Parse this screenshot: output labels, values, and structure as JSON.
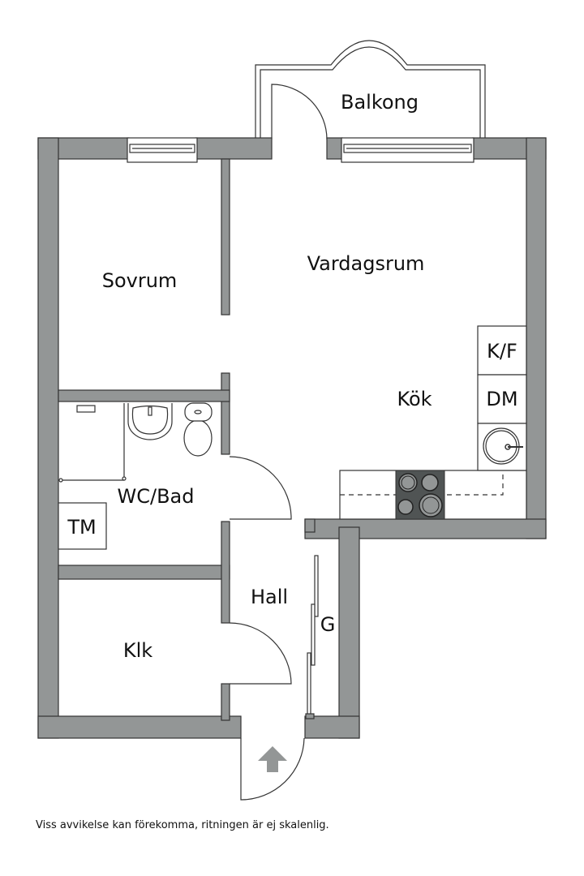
{
  "floorplan": {
    "rooms": {
      "balcony": "Balkong",
      "bedroom": "Sovrum",
      "living_room": "Vardagsrum",
      "kitchen": "Kök",
      "bathroom": "WC/Bad",
      "closet": "Klk",
      "hall": "Hall"
    },
    "fixtures": {
      "fridge_freezer": "K/F",
      "dishwasher": "DM",
      "washing_machine": "TM",
      "wardrobe": "G"
    },
    "entrance_icon": "entrance-arrow-icon",
    "colors": {
      "wall": "#939696",
      "stove": "#505454",
      "line": "#333333",
      "background": "#ffffff"
    }
  },
  "footer": {
    "disclaimer": "Viss avvikelse kan förekomma, ritningen är ej skalenlig."
  }
}
